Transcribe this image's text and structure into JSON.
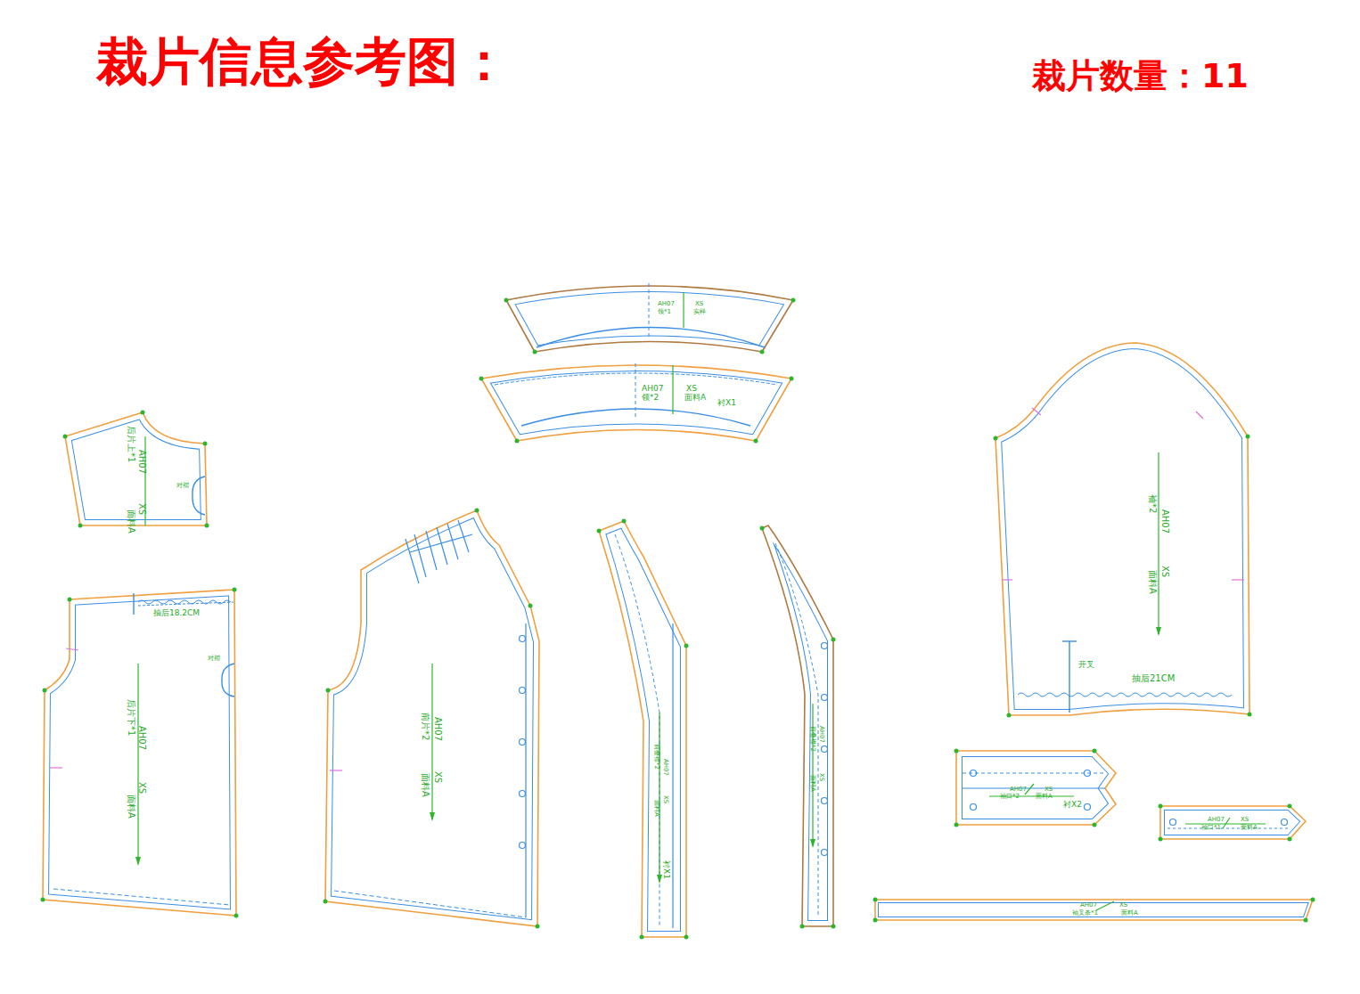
{
  "diagram": {
    "title": "裁片信息参考图：",
    "labels": [
      "裁片数量：11",
      "AH07",
      "领*1",
      "XS",
      "实样",
      "AH07",
      "领*2",
      "XS",
      "面料A",
      "衬X1",
      "后片上*1",
      "AH07",
      "XS",
      "面料A",
      "对褶",
      "抽后18.2CM",
      "对褶",
      "后片下*1",
      "AH07",
      "XS",
      "面料A",
      "前片*2",
      "AH07",
      "XS",
      "面料A",
      "前叠襟*2",
      "AH07",
      "XS",
      "面料A",
      "衬X1",
      "前叠襟*2",
      "AH07",
      "XS",
      "面料A",
      "袖*2",
      "AH07",
      "XS",
      "面料A",
      "开叉",
      "抽后21CM",
      "AH07",
      "XS",
      "袖口*2",
      "面料A",
      "衬X2",
      "AH07",
      "XS",
      "袖口*1",
      "面料A",
      "AH07",
      "XS",
      "袖叉条*1",
      "面料A"
    ]
  }
}
